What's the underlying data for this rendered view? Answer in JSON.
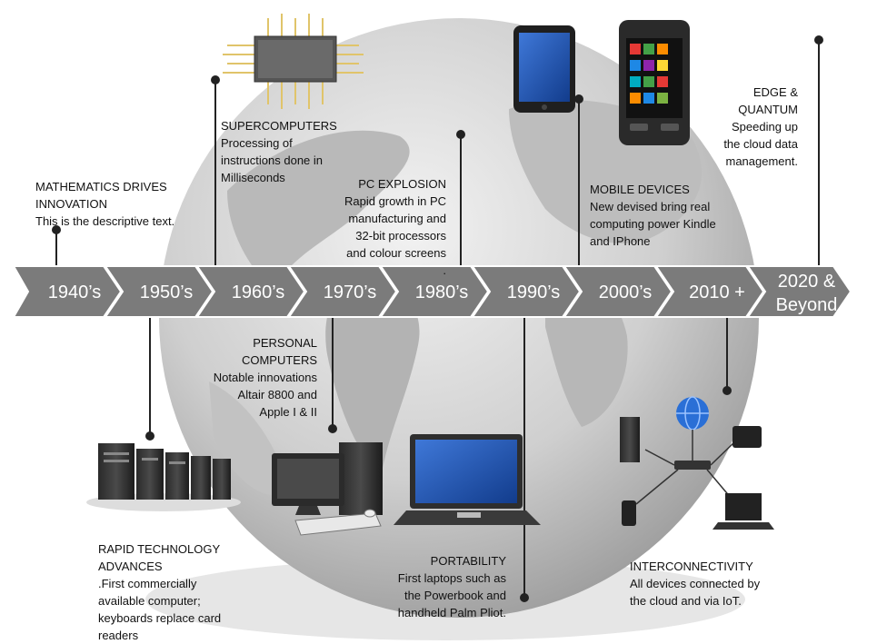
{
  "timeline": [
    {
      "label": "1940’s"
    },
    {
      "label": "1950’s"
    },
    {
      "label": "1960’s"
    },
    {
      "label": "1970’s"
    },
    {
      "label": "1980’s"
    },
    {
      "label": "1990’s"
    },
    {
      "label": "2000’s"
    },
    {
      "label": "2010 +"
    },
    {
      "label_line1": "2020 &",
      "label_line2": "Beyond"
    }
  ],
  "events": {
    "math": {
      "title": "MATHEMATICS DRIVES\nINNOVATION",
      "text": "This is the descriptive text."
    },
    "supercomputers": {
      "title": "SUPERCOMPUTERS",
      "text": "Processing of\ninstructions done in\nMilliseconds"
    },
    "pc_explosion": {
      "title": "PC EXPLOSION",
      "text": "Rapid growth in PC\nmanufacturing and\n32-bit processors\nand colour screens\n."
    },
    "mobile": {
      "title": "MOBILE DEVICES",
      "text": "New devised bring real\ncomputing power Kindle\nand IPhone"
    },
    "edge": {
      "title": "EDGE &\nQUANTUM",
      "text": "Speeding up\nthe cloud  data\nmanagement."
    },
    "rapid": {
      "title": "RAPID TECHNOLOGY\nADVANCES",
      "text": ".First commercially\navailable computer;\nkeyboards replace card\nreaders"
    },
    "personal": {
      "title": "PERSONAL\nCOMPUTERS",
      "text": "Notable innovations\nAltair 8800 and\nApple I & II"
    },
    "portability": {
      "title": "PORTABILITY",
      "text": "First laptops such as\nthe Powerbook and\nhandheld Palm Pliot."
    },
    "interconnect": {
      "title": "INTERCONNECTIVITY",
      "text": "All devices connected by\nthe cloud and via IoT."
    }
  },
  "colors": {
    "arrow": "#7b7b7b",
    "globe": "#c9c9c9",
    "line": "#222222"
  },
  "icons": [
    "cpu-chip-icon",
    "tablet-icon",
    "smartphone-icon",
    "server-rack-icon",
    "desktop-computer-icon",
    "laptop-icon",
    "network-globe-icon"
  ]
}
